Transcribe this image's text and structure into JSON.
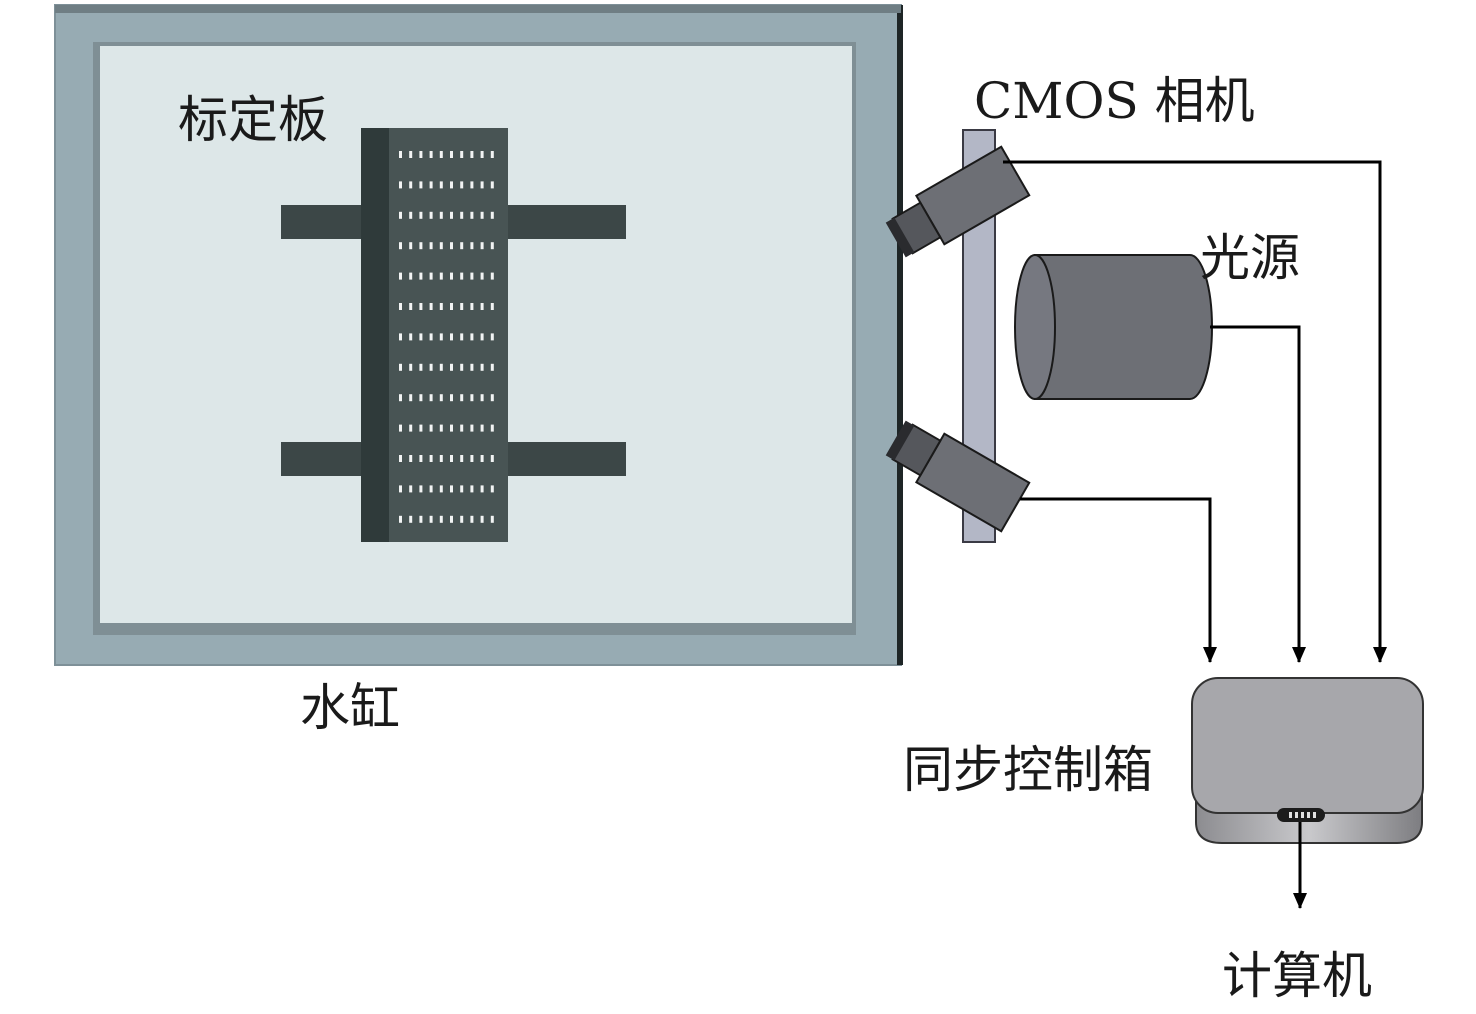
{
  "labels": {
    "calibration_plate": "标定板",
    "water_tank": "水缸",
    "cmos_camera": "CMOS 相机",
    "light_source": "光源",
    "sync_control_box": "同步控制箱",
    "computer": "计算机"
  },
  "colors": {
    "tank_frame": "#97abb3",
    "tank_inner": "#dde7e8",
    "plate": "#3c4747",
    "device_gray": "#6d6f75",
    "box_gray": "#a7a7ab",
    "line": "#000000"
  },
  "icons": {
    "camera": "camera-icon",
    "light": "light-source-icon",
    "port": "connector-port-icon"
  }
}
